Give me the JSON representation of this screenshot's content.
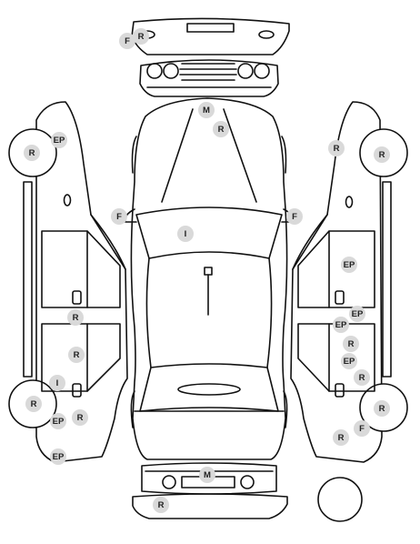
{
  "markers": [
    {
      "id": "front-bumper-f",
      "label": "F"
    },
    {
      "id": "front-bumper-r",
      "label": "R"
    },
    {
      "id": "hood-m",
      "label": "M"
    },
    {
      "id": "hood-r",
      "label": "R"
    },
    {
      "id": "left-mirror-f",
      "label": "F"
    },
    {
      "id": "right-mirror-f",
      "label": "F"
    },
    {
      "id": "windshield-i",
      "label": "I"
    },
    {
      "id": "left-front-wheel-r",
      "label": "R"
    },
    {
      "id": "left-front-fender-ep",
      "label": "EP"
    },
    {
      "id": "left-door-r",
      "label": "R"
    },
    {
      "id": "left-rear-door-r",
      "label": "R"
    },
    {
      "id": "left-rear-i",
      "label": "I"
    },
    {
      "id": "left-rear-wheel-r",
      "label": "R"
    },
    {
      "id": "left-rear-wheel-ep",
      "label": "EP"
    },
    {
      "id": "left-rear-r",
      "label": "R"
    },
    {
      "id": "left-rear-fender-ep",
      "label": "EP"
    },
    {
      "id": "right-front-fender-r",
      "label": "R"
    },
    {
      "id": "right-front-wheel-r",
      "label": "R"
    },
    {
      "id": "right-front-door-ep",
      "label": "EP"
    },
    {
      "id": "right-sill-ep-1",
      "label": "EP"
    },
    {
      "id": "right-sill-ep-2",
      "label": "EP"
    },
    {
      "id": "right-rear-door-r",
      "label": "R"
    },
    {
      "id": "right-rear-door-ep",
      "label": "EP"
    },
    {
      "id": "right-rear-r",
      "label": "R"
    },
    {
      "id": "right-rear-wheel-r",
      "label": "R"
    },
    {
      "id": "right-rear-f",
      "label": "F"
    },
    {
      "id": "right-rear-fender-r",
      "label": "R"
    },
    {
      "id": "trunk-m",
      "label": "M"
    },
    {
      "id": "rear-bumper-r",
      "label": "R"
    }
  ]
}
